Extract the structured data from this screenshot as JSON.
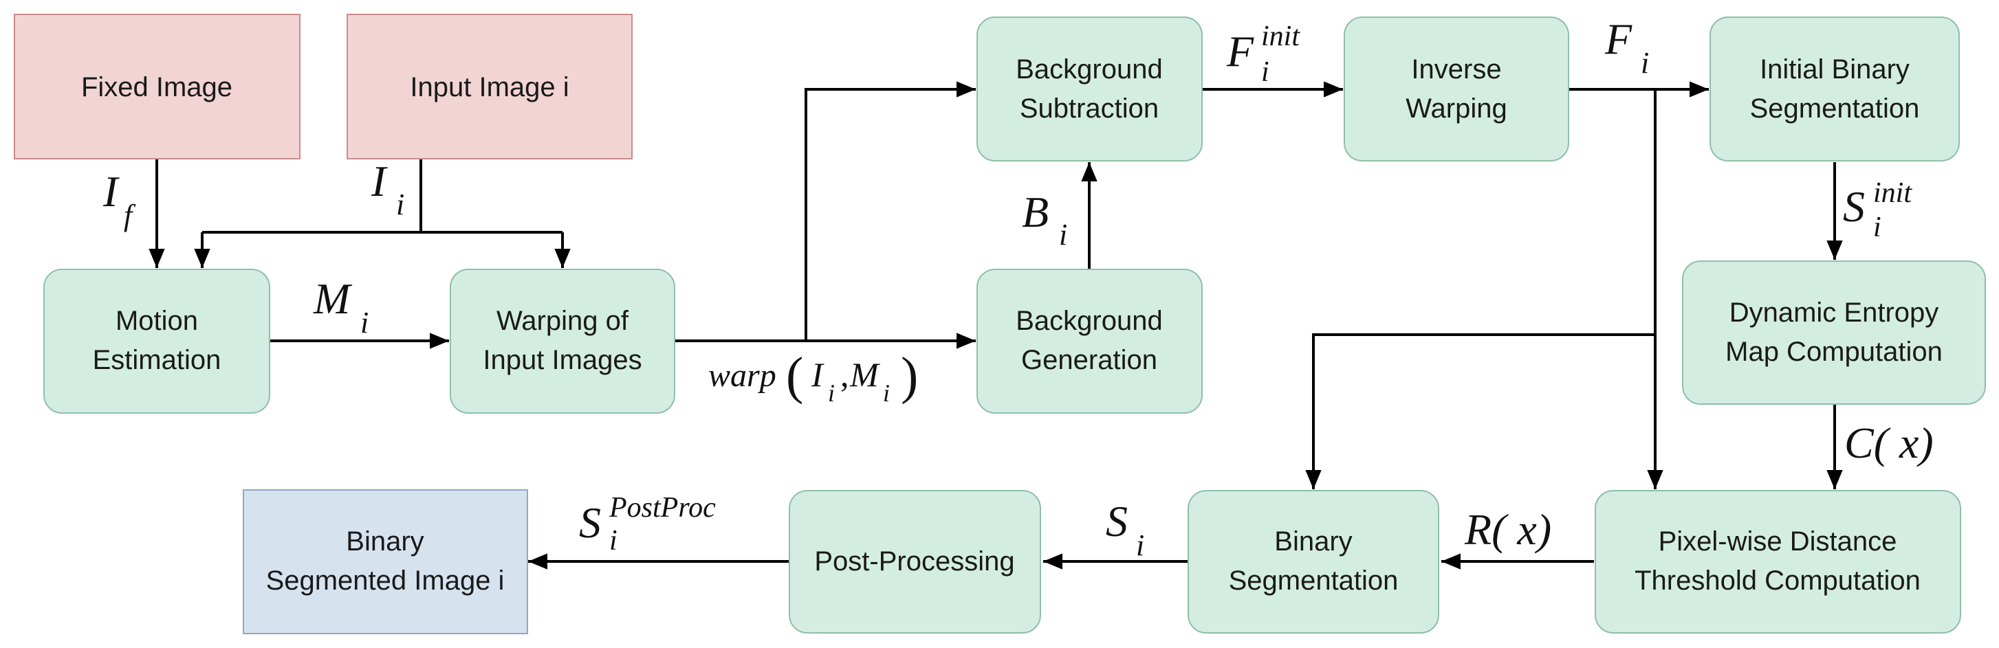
{
  "colors": {
    "input_fill": "#f2d4d4",
    "input_stroke": "#c98b8b",
    "process_fill": "#d4ede2",
    "process_stroke": "#8fbfa8",
    "output_fill": "#d6e2ee",
    "output_stroke": "#8ea9c6",
    "arrow": "#000000"
  },
  "boxes": {
    "fixed_image": {
      "line1": "Fixed Image"
    },
    "input_image": {
      "line1": "Input Image i"
    },
    "motion_estimation": {
      "line1": "Motion",
      "line2": "Estimation"
    },
    "warping": {
      "line1": "Warping of",
      "line2": "Input Images"
    },
    "background_subtraction": {
      "line1": "Background",
      "line2": "Subtraction"
    },
    "background_generation": {
      "line1": "Background",
      "line2": "Generation"
    },
    "inverse_warping": {
      "line1": "Inverse",
      "line2": "Warping"
    },
    "initial_segmentation": {
      "line1": "Initial Binary",
      "line2": "Segmentation"
    },
    "dynamic_entropy": {
      "line1": "Dynamic Entropy",
      "line2": "Map Computation"
    },
    "pixel_threshold": {
      "line1": "Pixel-wise Distance",
      "line2": "Threshold Computation"
    },
    "binary_segmentation": {
      "line1": "Binary",
      "line2": "Segmentation"
    },
    "post_processing": {
      "line1": "Post-Processing"
    },
    "output_image": {
      "line1": "Binary",
      "line2": "Segmented Image i"
    }
  },
  "labels": {
    "I_f": {
      "base": "I",
      "sub": "f"
    },
    "I_i": {
      "base": "I",
      "sub": "i"
    },
    "M_i": {
      "base": "M",
      "sub": "i"
    },
    "warp": {
      "fn": "warp",
      "open": "(",
      "a": "I",
      "a_sub": "i",
      "comma": ",",
      "b": "M",
      "b_sub": "i",
      "close": ")"
    },
    "B_i": {
      "base": "B",
      "sub": "i"
    },
    "F_init": {
      "base": "F",
      "sup": "init",
      "sub": "i"
    },
    "F_i": {
      "base": "F",
      "sub": "i"
    },
    "S_init": {
      "base": "S",
      "sup": "init",
      "sub": "i"
    },
    "C_x": {
      "text": "C( x)"
    },
    "R_x": {
      "text": "R( x)"
    },
    "S_i": {
      "base": "S",
      "sub": "i"
    },
    "S_post": {
      "base": "S",
      "sup": "PostProc",
      "sub": "i"
    }
  }
}
